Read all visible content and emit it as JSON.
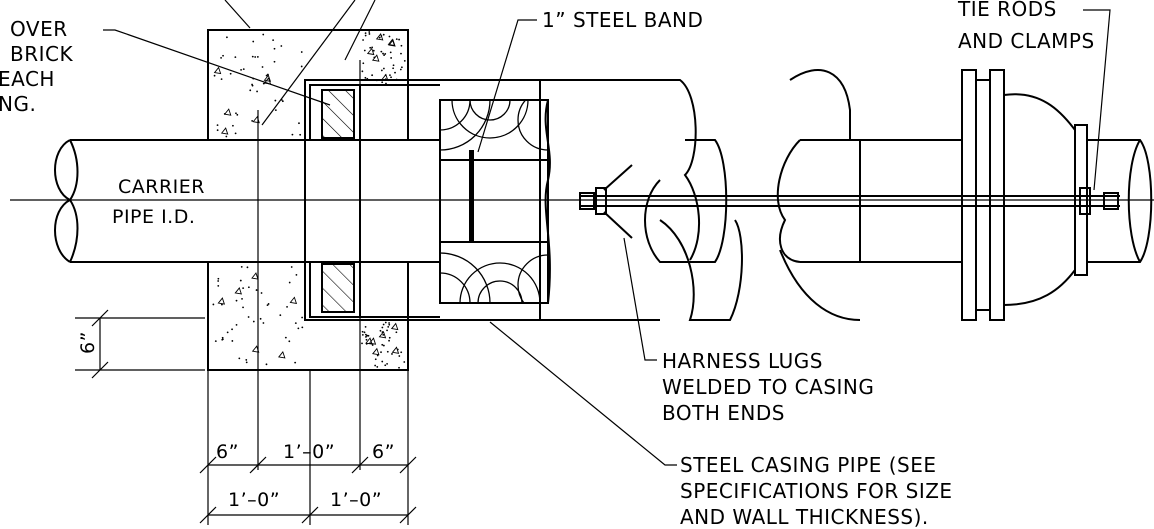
{
  "labels": {
    "tl_line1": "OVER",
    "tl_line2": "BRICK",
    "tl_line3": "EACH",
    "tl_line4": "NG.",
    "steel_band": "1” STEEL BAND",
    "tie_rods_1": "TIE RODS",
    "tie_rods_2": "AND CLAMPS",
    "carrier_1": "CARRIER",
    "carrier_2": "PIPE I.D.",
    "harness_1": "HARNESS LUGS",
    "harness_2": "WELDED TO CASING",
    "harness_3": "BOTH ENDS",
    "casing_1": "STEEL CASING PIPE (SEE",
    "casing_2": "SPECIFICATIONS FOR SIZE",
    "casing_3": "AND WALL THICKNESS)."
  },
  "dimensions": {
    "vertical_6in": "6”",
    "d_6in_left": "6”",
    "d_1ft_mid": "1’–0”",
    "d_6in_right": "6”",
    "d_1ft_left": "1’–0”",
    "d_1ft_right": "1’–0”"
  }
}
